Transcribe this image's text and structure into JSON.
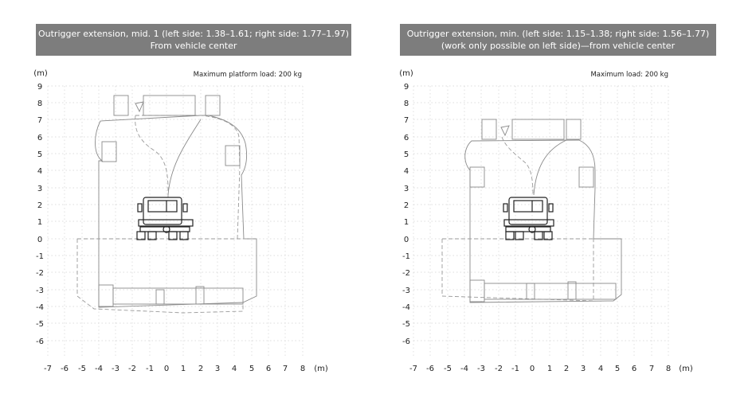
{
  "units": {
    "y": "(m)",
    "x": "(m)"
  },
  "y_ticks": [
    "9",
    "8",
    "7",
    "6",
    "5",
    "4",
    "3",
    "2",
    "1",
    "0",
    "-1",
    "-2",
    "-3",
    "-4",
    "-5",
    "-6"
  ],
  "x_ticks": [
    "-7",
    "-6",
    "-5",
    "-4",
    "-3",
    "-2",
    "-1",
    "0",
    "1",
    "2",
    "3",
    "4",
    "5",
    "6",
    "7",
    "8"
  ],
  "diagrams": [
    {
      "title_line1": "Outrigger extension, mid. 1 (left side: 1.38–1.61; right side: 1.77–1.97)",
      "title_line2": "From vehicle center",
      "load": "Maximum platform load: 200 kg"
    },
    {
      "title_line1": "Outrigger extension, min. (left side: 1.15–1.38; right side: 1.56–1.77)",
      "title_line2": "(work only possible on left side)—from vehicle center",
      "load": "Maximum load: 200 kg"
    }
  ]
}
